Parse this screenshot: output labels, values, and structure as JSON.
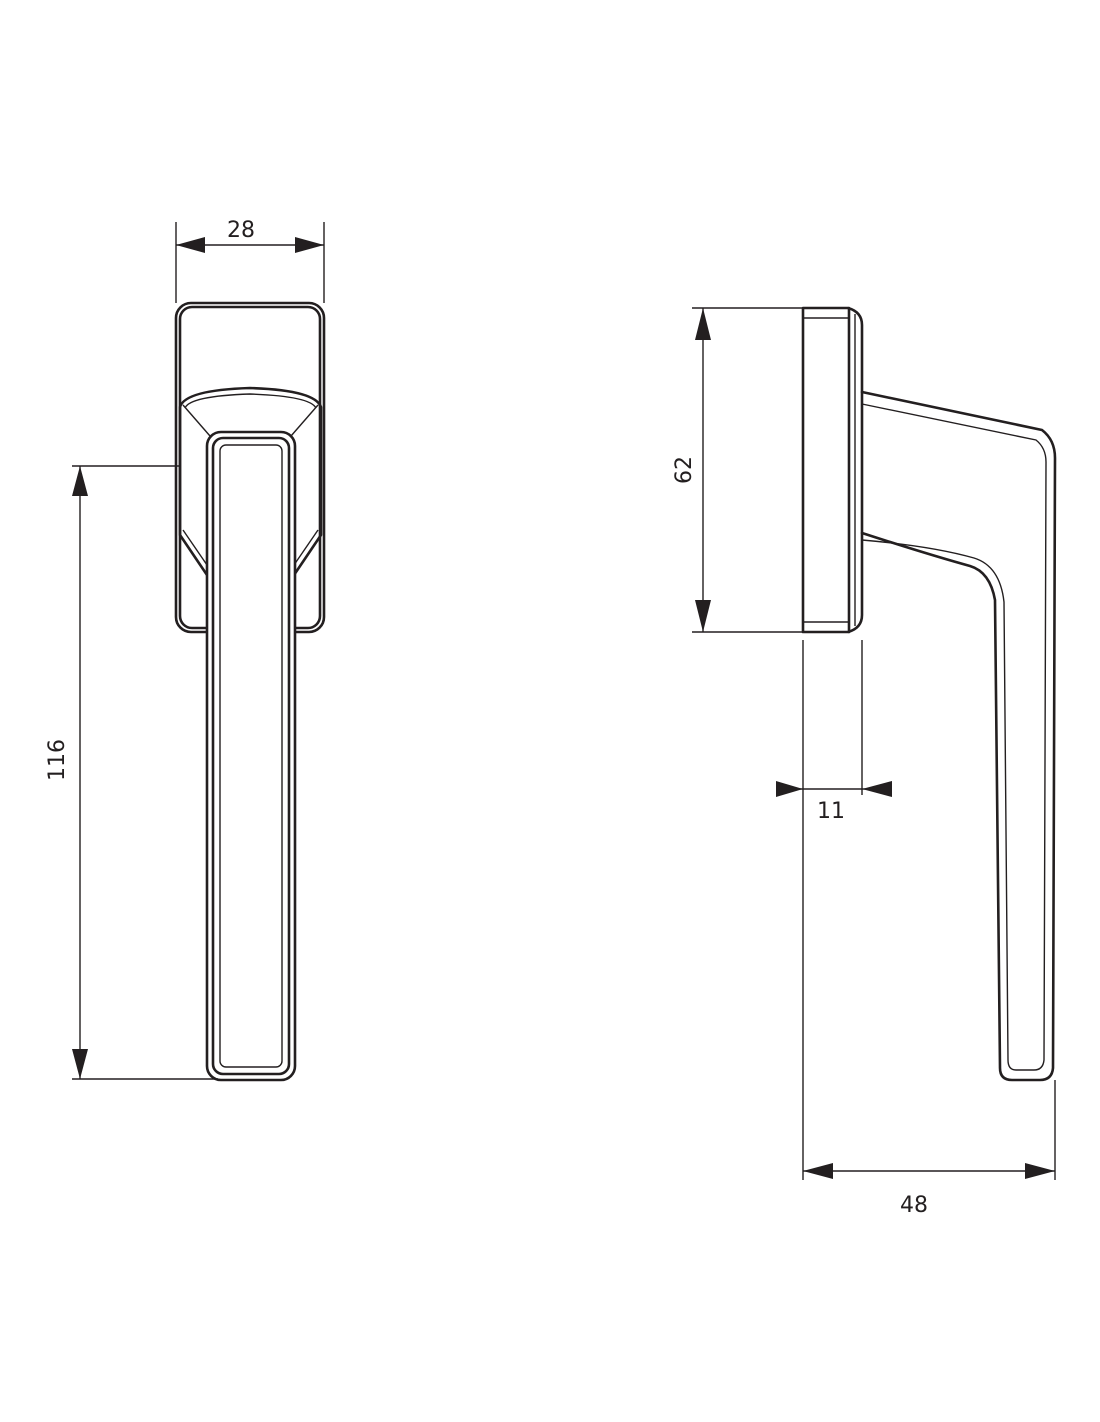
{
  "dimensions": {
    "front_width": "28",
    "front_height": "116",
    "side_rose_height": "62",
    "side_rose_depth": "11",
    "side_projection": "48"
  },
  "colors": {
    "line": "#231f20",
    "background": "#ffffff"
  }
}
